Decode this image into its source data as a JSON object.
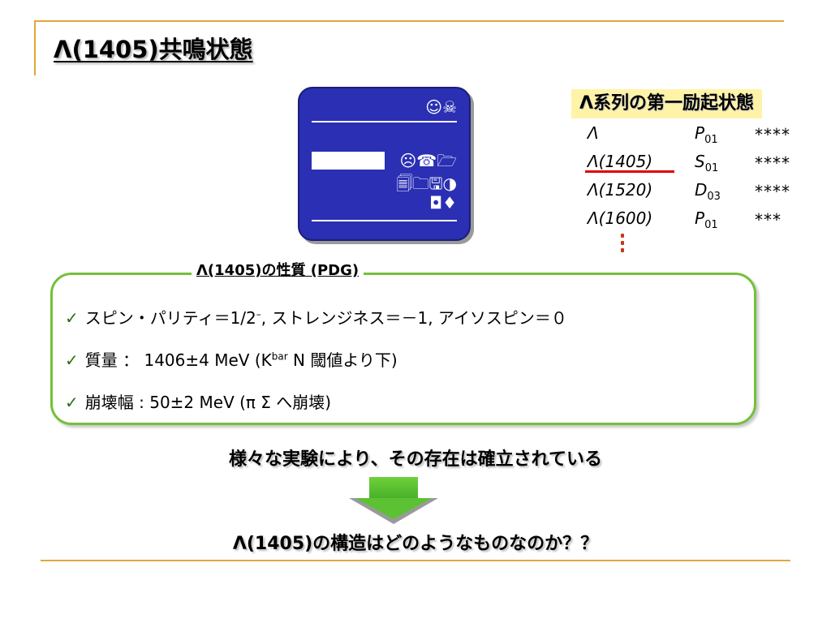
{
  "slide": {
    "title": "Λ(1405)共鳴状態",
    "accent_color": "#e0a83a"
  },
  "icon_panel": {
    "icons": [
      "smiley-icon",
      "skull-icon",
      "sad-face-icon",
      "telephone-icon",
      "folder-icon",
      "documents-icon",
      "folder-outline-icon",
      "floppy-icon",
      "moon-icon",
      "square-icon",
      "drop-icon"
    ],
    "glyph_row1": "☺☠",
    "glyph_row2": "☹☎🗁",
    "glyph_row3": "🗐🗀🖫◑",
    "glyph_row4": "◘♦",
    "background": "#2a2fb3"
  },
  "lambda_table": {
    "title": "Λ系列の第一励起状態",
    "rows": [
      {
        "state": "Λ",
        "wave": "P",
        "wave_sub": "01",
        "rating": "****"
      },
      {
        "state": "Λ(1405)",
        "wave": "S",
        "wave_sub": "01",
        "rating": "****"
      },
      {
        "state": "Λ(1520)",
        "wave": "D",
        "wave_sub": "03",
        "rating": "****"
      },
      {
        "state": "Λ(1600)",
        "wave": "P",
        "wave_sub": "01",
        "rating": "***"
      }
    ],
    "highlight_color": "#e00000"
  },
  "properties": {
    "heading": "Λ(1405)の性質 (PDG)",
    "items": [
      {
        "check": "✓",
        "text_a": "スピン・パリティ＝1/2",
        "sup": "–",
        "text_b": ", ストレンジネス＝－1, アイソスピン＝０"
      },
      {
        "check": "✓",
        "text_a": "質量 ： 1406±4 MeV (K",
        "sup": "bar",
        "text_b": " N 閾値より下)"
      },
      {
        "check": "✓",
        "text_a": "崩壊幅 : 50±2 MeV (π Σ へ崩壊)",
        "sup": "",
        "text_b": ""
      }
    ],
    "border_color": "#74c03a"
  },
  "conclusion": {
    "established": "様々な実験により、その存在は確立されている",
    "question": "Λ(1405)の構造はどのようなものなのか？？"
  }
}
